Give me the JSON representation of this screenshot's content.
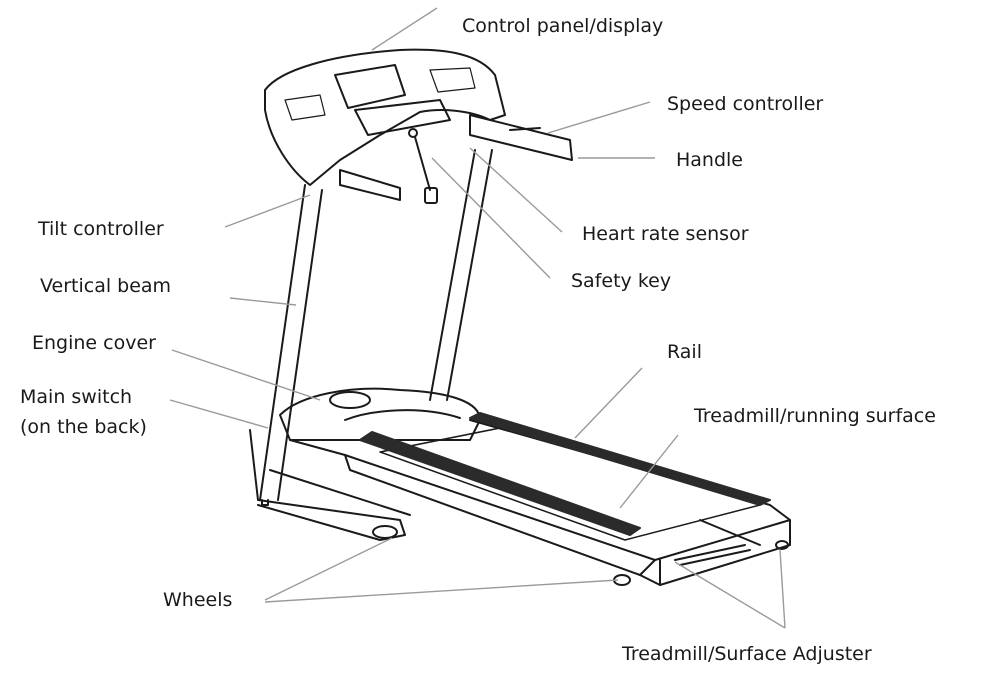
{
  "labels": {
    "control_panel": "Control panel/display",
    "speed_controller": "Speed controller",
    "handle": "Handle",
    "heart_rate_sensor": "Heart rate sensor",
    "safety_key": "Safety key",
    "tilt_controller": "Tilt controller",
    "vertical_beam": "Vertical beam",
    "engine_cover": "Engine cover",
    "main_switch_line1": "Main switch",
    "main_switch_line2": "(on the back)",
    "rail": "Rail",
    "running_surface": "Treadmill/running surface",
    "wheels": "Wheels",
    "surface_adjuster": "Treadmill/Surface Adjuster"
  },
  "colors": {
    "ink": "#1a1a1a",
    "leader": "#9a9a9a",
    "rail": "#2b2b2b",
    "background": "#ffffff"
  }
}
